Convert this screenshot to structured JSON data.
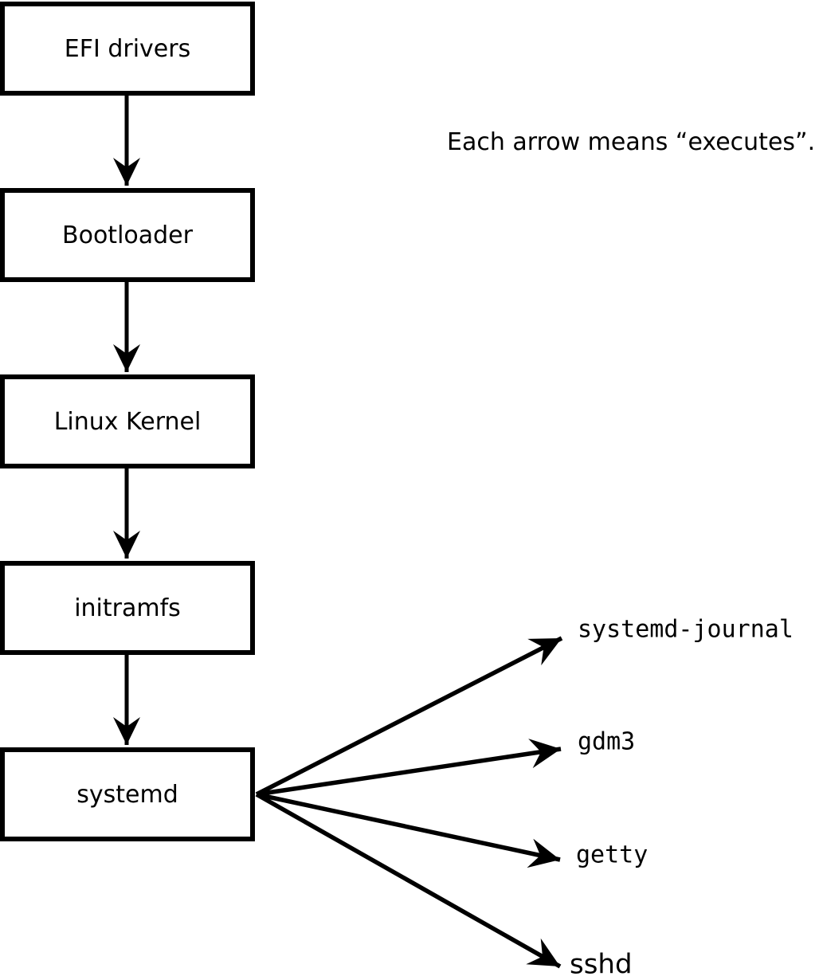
{
  "diagram": {
    "note": "Each arrow means “executes”.",
    "arrow_meaning": "executes",
    "boxes": [
      {
        "label": "EFI drivers"
      },
      {
        "label": "Bootloader"
      },
      {
        "label": "Linux Kernel"
      },
      {
        "label": "initramfs"
      },
      {
        "label": "systemd"
      }
    ],
    "targets": [
      {
        "label": "systemd-journal"
      },
      {
        "label": "gdm3"
      },
      {
        "label": "getty"
      },
      {
        "label": "sshd"
      }
    ],
    "colors": {
      "line": "#000000",
      "box_border": "#000000",
      "box_fill": "#ffffff",
      "background": "#ffffff",
      "text": "#000000"
    }
  }
}
